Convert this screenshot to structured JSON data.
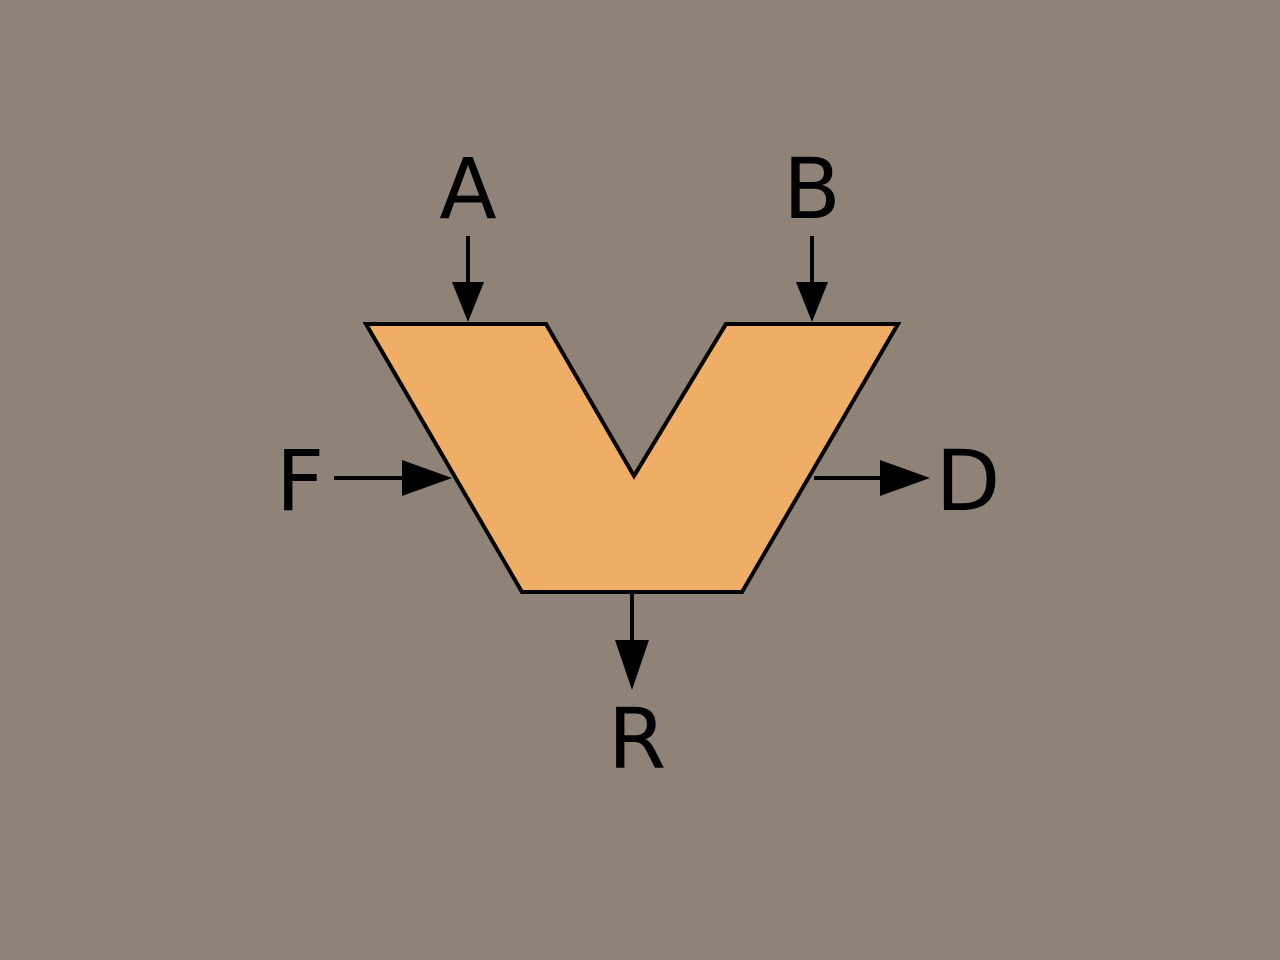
{
  "diagram": {
    "colors": {
      "background": "#8f8378",
      "shape_fill": "#f0ad65",
      "stroke": "#000000"
    },
    "labels": {
      "input_a": "A",
      "input_b": "B",
      "input_f": "F",
      "output_d": "D",
      "output_r": "R"
    }
  }
}
